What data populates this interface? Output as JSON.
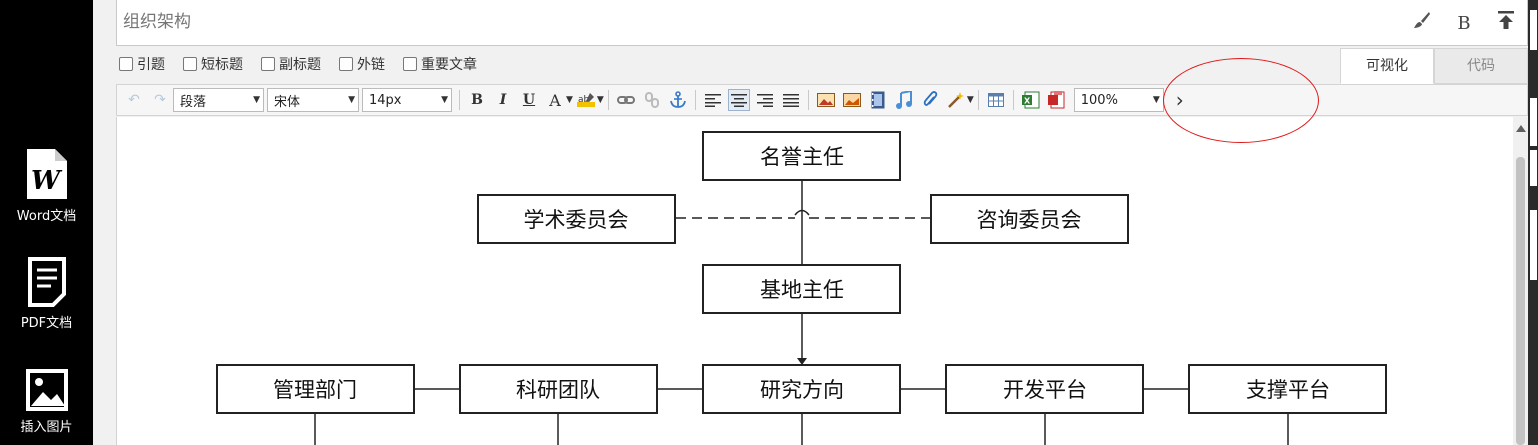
{
  "left_rail": {
    "items": [
      {
        "label": "Word文档",
        "icon": "word-document-icon"
      },
      {
        "label": "PDF文档",
        "icon": "pdf-document-icon"
      },
      {
        "label": "插入图片",
        "icon": "image-icon"
      }
    ]
  },
  "title": {
    "placeholder": "组织架构",
    "tools": [
      "brush-icon",
      "bold-b-icon",
      "upload-top-icon"
    ],
    "bold_label": "B"
  },
  "options": [
    "引题",
    "短标题",
    "副标题",
    "外链",
    "重要文章"
  ],
  "mode_tabs": {
    "visual": "可视化",
    "code": "代码"
  },
  "toolbar": {
    "paragraph": "段落",
    "font": "宋体",
    "size": "14px",
    "zoom": "100%",
    "bold": "B",
    "italic": "I",
    "underline": "U",
    "font_color": "A",
    "more": "›"
  },
  "org_chart": {
    "top": "名誉主任",
    "left_committee": "学术委员会",
    "right_committee": "咨询委员会",
    "director": "基地主任",
    "departments": [
      "管理部门",
      "科研团队",
      "研究方向",
      "开发平台",
      "支撑平台"
    ]
  },
  "colors": {
    "annotation": "#e01818",
    "rail": "#000000"
  }
}
